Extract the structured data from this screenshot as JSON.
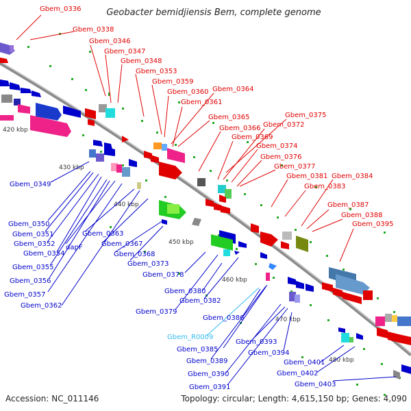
{
  "title": "Geobacter bemidjiensis Bem, complete genome",
  "accession": "Accession: NC_011146",
  "topology": "Topology: circular; Length: 4,615,150 bp; Genes: 4,090",
  "colors": {
    "top_label": "#e00000",
    "bottom_label": "#0000cc",
    "rna_label": "#33bbee",
    "backbone": "#8a8a8a",
    "tick": "#22aa22"
  },
  "kbp_labels": [
    "420 kbp",
    "430 kbp",
    "440 kbp",
    "450 kbp",
    "460 kbp",
    "470 kbp",
    "480 kbp"
  ],
  "top_labels": [
    "Gbem_0336",
    "Gbem_0338",
    "Gbem_0346",
    "Gbem_0347",
    "Gbem_0348",
    "Gbem_0353",
    "Gbem_0359",
    "Gbem_0360",
    "Gbem_0364",
    "Gbem_0361",
    "Gbem_0365",
    "Gbem_0375",
    "Gbem_0366",
    "Gbem_0372",
    "Gbem_0369",
    "Gbem_0374",
    "Gbem_0376",
    "Gbem_0377",
    "Gbem_0381",
    "Gbem_0384",
    "Gbem_0383",
    "Gbem_0387",
    "Gbem_0388",
    "Gbem_0395"
  ],
  "bottom_labels": [
    "Gbem_0349",
    "Gbem_0350",
    "Gbem_0351",
    "Gbem_0352",
    "Gbem_0354",
    "dapF",
    "Gbem_0363",
    "Gbem_0355",
    "Gbem_0367",
    "Gbem_0356",
    "Gbem_0368",
    "Gbem_0357",
    "Gbem_0373",
    "Gbem_0362",
    "Gbem_0378",
    "Gbem_0380",
    "Gbem_0382",
    "Gbem_0379",
    "Gbem_0386",
    "Gbem_R0009",
    "Gbem_0393",
    "Gbem_0385",
    "Gbem_0394",
    "Gbem_0389",
    "Gbem_0401",
    "Gbem_0390",
    "Gbem_0402",
    "Gbem_0391",
    "Gbem_0403"
  ]
}
